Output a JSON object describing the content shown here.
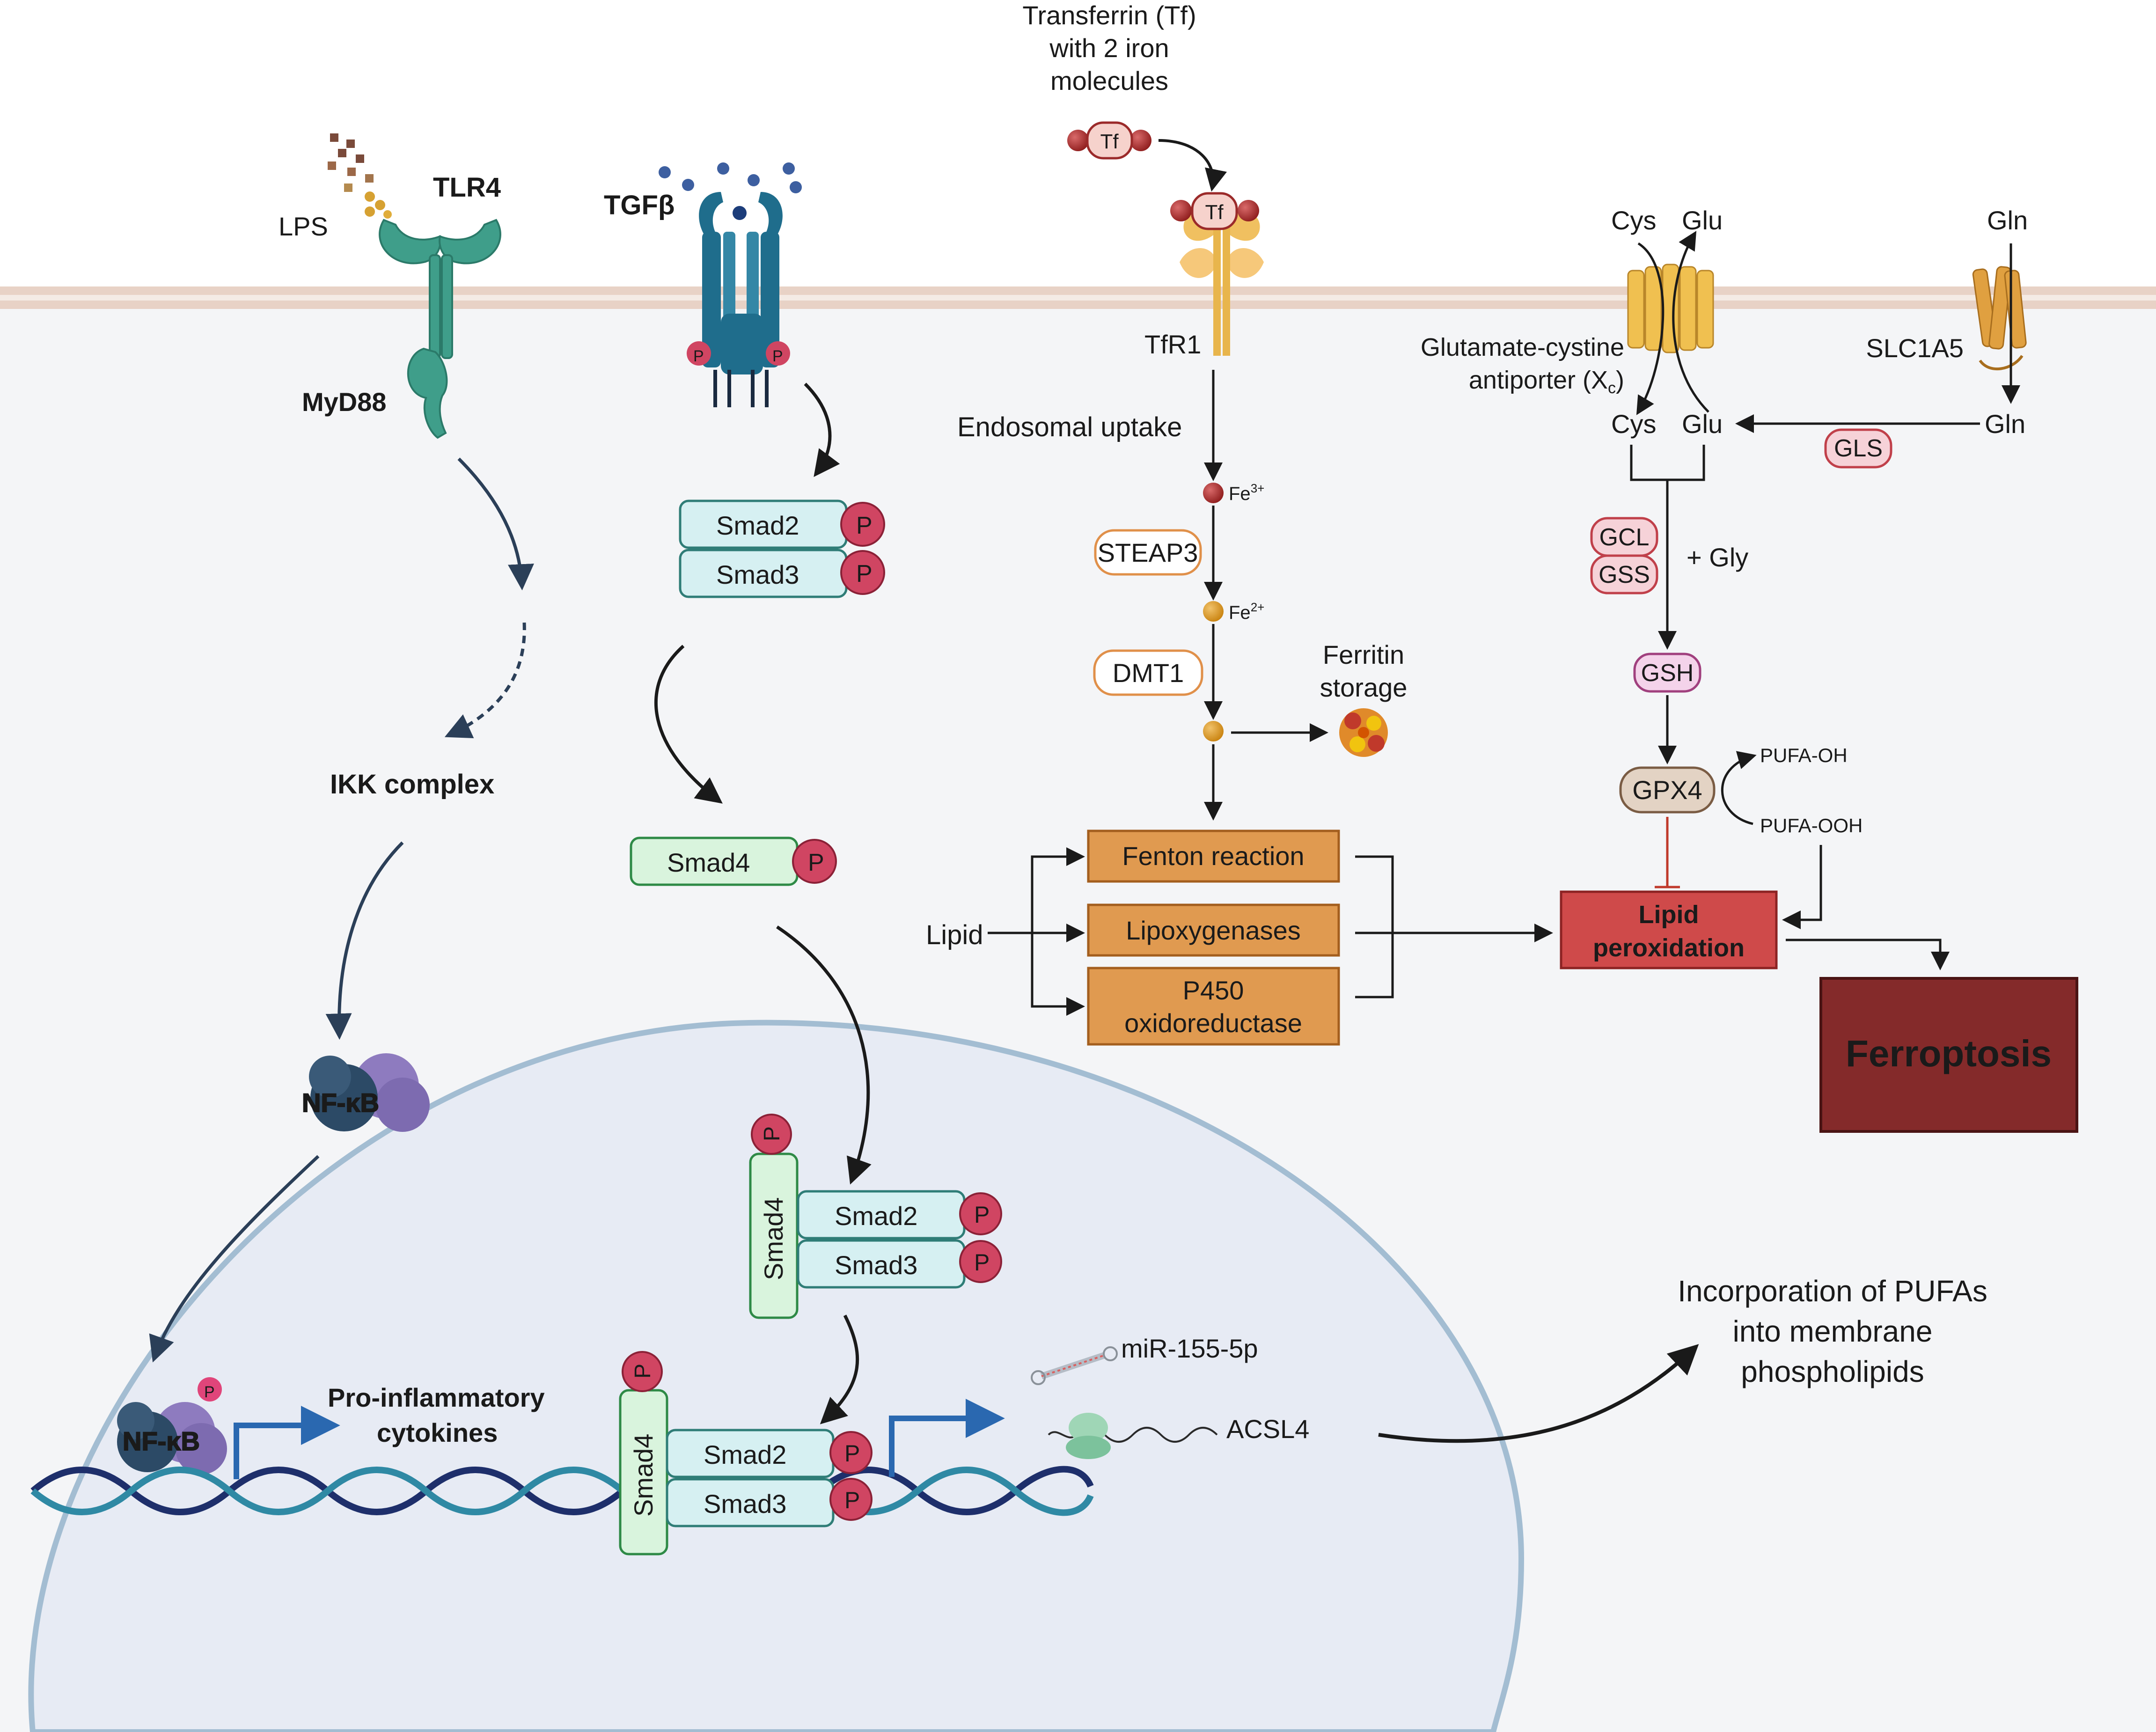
{
  "ligands": {
    "lps": "LPS",
    "tlr4": "TLR4",
    "myd88": "MyD88",
    "tgfb": "TGFβ",
    "transferrin": [
      "Transferrin (Tf)",
      "with 2 iron",
      "molecules"
    ],
    "tf": "Tf"
  },
  "iron_pathway": {
    "tfr1": "TfR1",
    "endosomal": "Endosomal uptake",
    "fe3": "Fe",
    "fe3_sup": "3+",
    "fe2": "Fe",
    "fe2_sup": "2+",
    "steap3": "STEAP3",
    "dmt1": "DMT1",
    "ferritin": [
      "Ferritin",
      "storage"
    ],
    "lipid": "Lipid",
    "fenton": "Fenton reaction",
    "lipoxygenases": "Lipoxygenases",
    "p450": [
      "P450",
      "oxidoreductase"
    ]
  },
  "gsh_pathway": {
    "cys_out": "Cys",
    "glu_out": "Glu",
    "gln_out": "Gln",
    "xc_label_1": "Glutamate-cystine",
    "xc_label_2": "antiporter (X",
    "xc_sub": "c",
    "xc_close": ")",
    "slc1a5": "SLC1A5",
    "cys_in": "Cys",
    "glu_in": "Glu",
    "gln_in": "Gln",
    "gls": "GLS",
    "gcl": "GCL",
    "gss": "GSS",
    "gly": "+ Gly",
    "gsh": "GSH",
    "gpx4": "GPX4",
    "pufa_oh": "PUFA-OH",
    "pufa_ooh": "PUFA-OOH",
    "lipid_perox": [
      "Lipid",
      "peroxidation"
    ],
    "ferroptosis": "Ferroptosis"
  },
  "signaling": {
    "smad2": "Smad2",
    "smad3": "Smad3",
    "smad4": "Smad4",
    "p": "P",
    "ikk": "IKK complex",
    "nfkb": "NF-κB",
    "cytokines": [
      "Pro-inflammatory",
      "cytokines"
    ],
    "mir": "miR-155-5p",
    "acsl4": "ACSL4",
    "incorporation": [
      "Incorporation of PUFAs",
      "into membrane",
      "phospholipids"
    ]
  },
  "colors": {
    "membrane": "#e8d2c6",
    "cytoplasm": "#f4f5f7",
    "nucleus": "#e7ebf4",
    "nucleus_border": "#a3bdd2",
    "smad23_fill": "#d6f0f2",
    "smad_border": "#2f7d77",
    "smad4_fill": "#d9f4dd",
    "smad4_border": "#2e8a46",
    "phospho": "#d04562",
    "enzyme_orange": "#e09a50",
    "lipid_perox": "#cf4a4a",
    "ferroptosis": "#842a2a",
    "incorporation_text": "#a82a2a",
    "tlr4": "#3f9e8a",
    "tgf_receptor": "#1f6d8c",
    "dna_dark": "#1e2f6b",
    "dna_teal": "#2f89a4"
  }
}
